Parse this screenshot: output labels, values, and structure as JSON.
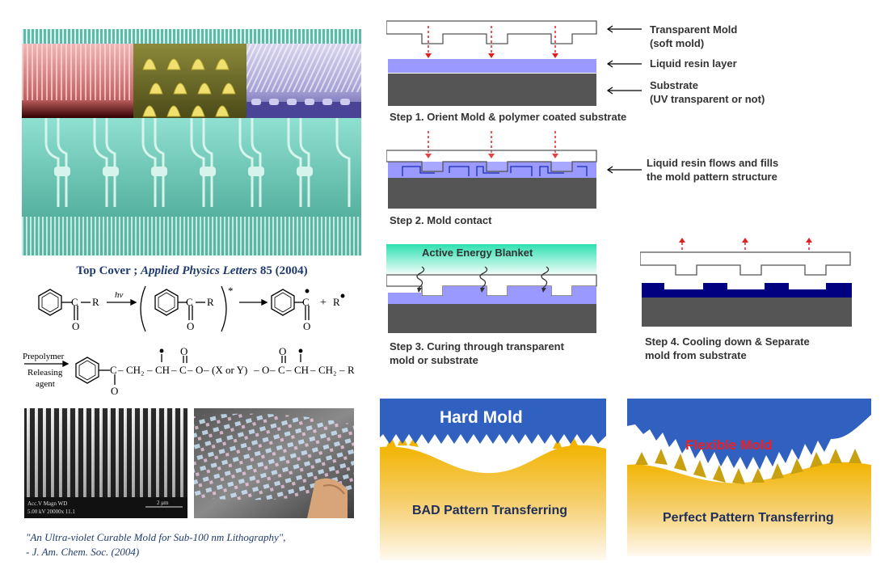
{
  "colors": {
    "resin": "#9999ff",
    "substrate": "#555555",
    "dark_pattern": "#000080",
    "hard_mold": "#3060c0",
    "gold": "#f0b800",
    "red_arrow": "#e02020",
    "journal_blue": "#1f3a6e"
  },
  "left": {
    "top_caption_plain": "Top Cover ; ",
    "top_caption_journal": "Applied Physics Letters",
    "top_caption_tail": " 85 (2004)",
    "reaction1": {
      "sub": "R",
      "hv": "hv",
      "star": "*",
      "radical": "R",
      "plus": "+",
      "oxygen": "O"
    },
    "reaction2": {
      "reagent_line1": "Prepolymer",
      "reagent_line2": "Releasing",
      "reagent_line3": "agent",
      "chain_ch2": "CH₂",
      "chain_ch": "CH",
      "chain_c": "C",
      "chain_o": "O",
      "chain_xy": "(X or Y)",
      "chain_r": "R",
      "dash": "–",
      "oxygen": "O"
    },
    "sem_label": {
      "row1": "Acc.V   Magn    WD",
      "row2": "5.00 kV  20000x   11.1",
      "scale": "2 μm"
    },
    "bottom_caption_line1": "\"An Ultra-violet Curable Mold for Sub-100 nm Lithography\",",
    "bottom_caption_line2": "- J. Am. Chem. Soc. (2004)"
  },
  "steps": {
    "transparent_mold_1": "Transparent Mold",
    "transparent_mold_2": "(soft mold)",
    "liquid_resin": "Liquid resin  layer",
    "substrate_1": "Substrate",
    "substrate_2": "(UV transparent or not)",
    "step1": "Step 1. Orient Mold & polymer  coated substrate",
    "flow_1": "Liquid resin flows and fills",
    "flow_2": "the mold pattern structure",
    "step2": "Step 2. Mold contact",
    "blanket": "Active Energy Blanket",
    "step3_1": "Step 3. Curing through transparent",
    "step3_2": "mold  or substrate",
    "step4_1": "Step 4. Cooling down & Separate",
    "step4_2": "mold from substrate"
  },
  "compare": {
    "hard_mold": "Hard Mold",
    "bad": "BAD Pattern Transferring",
    "flexible_mold": "Flexible Mold",
    "perfect": "Perfect Pattern Transferring"
  }
}
